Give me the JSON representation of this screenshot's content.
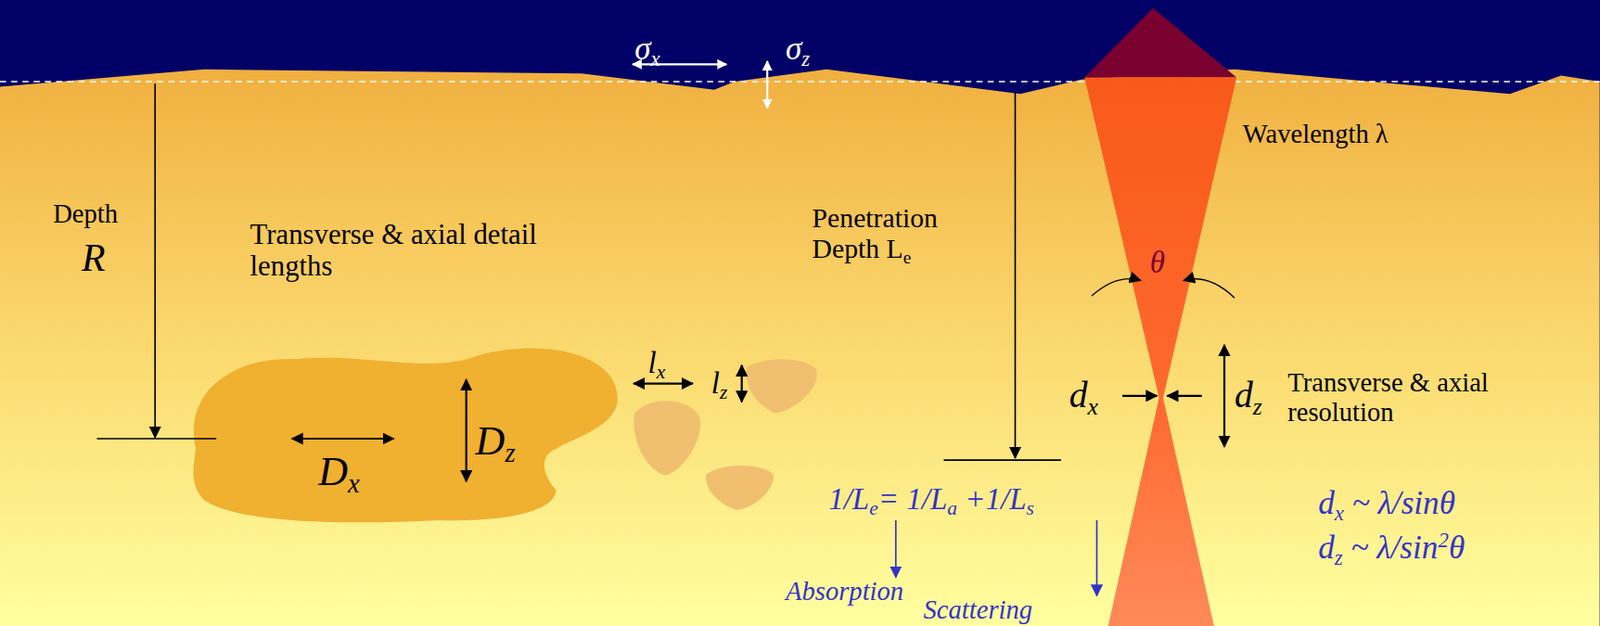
{
  "diagram": {
    "labels": [
      "σx",
      "σz",
      "Wavelength λ",
      "Depth",
      "R",
      "Transverse & axial detail lengths",
      "Penetration Depth Le",
      "θ",
      "lx",
      "lz",
      "Dx",
      "Dz",
      "dx",
      "dz",
      "Transverse & axial resolution",
      "1/Le= 1/La +1/Ls",
      "Absorption",
      "Scattering",
      "dx ~ λ/sinθ",
      "dz ~ λ/sin2θ"
    ]
  }
}
